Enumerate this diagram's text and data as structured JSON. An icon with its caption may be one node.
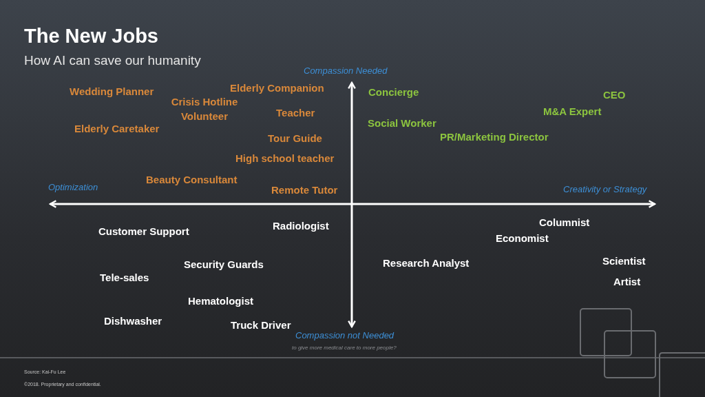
{
  "diagram": {
    "title": "The New Jobs",
    "labels": [
      "How AI can save our humanity",
      "Compassion Needed",
      "Wedding Planner",
      "Elderly Companion",
      "Concierge",
      "CEO",
      "Crisis Hotline Volunteer",
      "Teacher",
      "M&A Expert",
      "Social Worker",
      "Elderly Caretaker",
      "PR/Marketing Director",
      "Tour Guide",
      "High school teacher",
      "Beauty Consultant",
      "Optimization",
      "Remote Tutor",
      "Creativity or Strategy",
      "Columnist",
      "Radiologist",
      "Customer Support",
      "Economist",
      "Research Analyst",
      "Security Guards",
      "Scientist",
      "Tele-sales",
      "Artist",
      "Hematologist",
      "Dishwasher",
      "Truck Driver",
      "Compassion not Needed",
      "to give more medical care to more people?",
      "Source: Kai-Fu Lee",
      "©2018. Proprietary and confidential."
    ]
  }
}
